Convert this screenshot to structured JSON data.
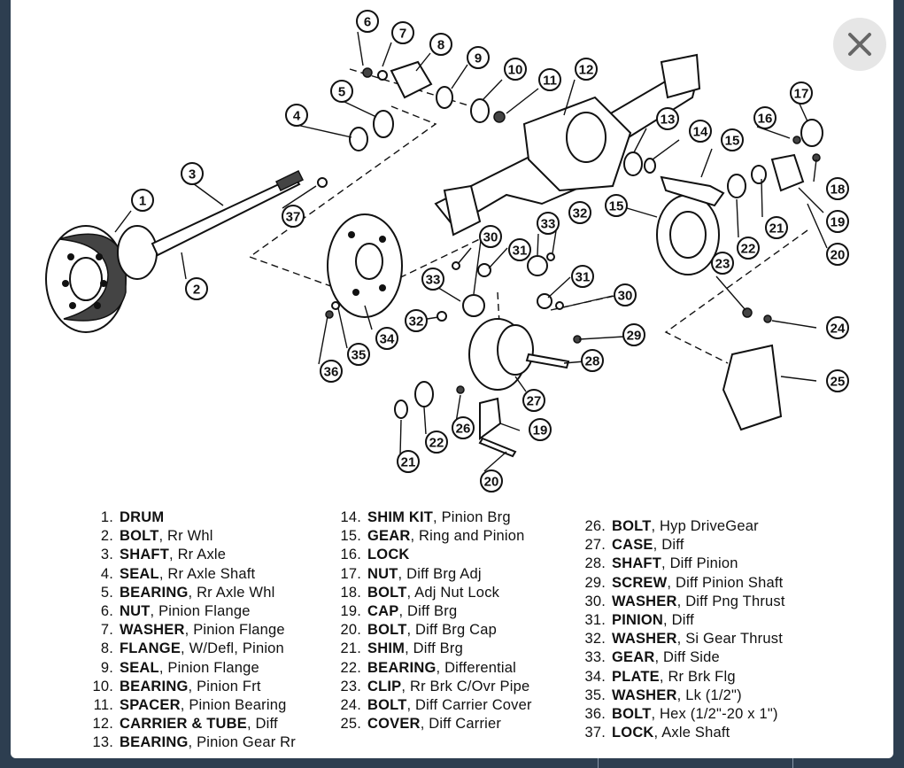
{
  "legend": {
    "col1": [
      {
        "num": "1.",
        "name": "DRUM",
        "desc": ""
      },
      {
        "num": "2.",
        "name": "BOLT",
        "desc": ", Rr Whl"
      },
      {
        "num": "3.",
        "name": "SHAFT",
        "desc": ", Rr Axle"
      },
      {
        "num": "4.",
        "name": "SEAL",
        "desc": ", Rr Axle Shaft"
      },
      {
        "num": "5.",
        "name": "BEARING",
        "desc": ", Rr Axle Whl"
      },
      {
        "num": "6.",
        "name": "NUT",
        "desc": ", Pinion Flange"
      },
      {
        "num": "7.",
        "name": "WASHER",
        "desc": ", Pinion Flange"
      },
      {
        "num": "8.",
        "name": "FLANGE",
        "desc": ", W/Defl, Pinion"
      },
      {
        "num": "9.",
        "name": "SEAL",
        "desc": ", Pinion Flange"
      },
      {
        "num": "10.",
        "name": "BEARING",
        "desc": ", Pinion Frt"
      },
      {
        "num": "11.",
        "name": "SPACER",
        "desc": ", Pinion Bearing"
      },
      {
        "num": "12.",
        "name": "CARRIER & TUBE",
        "desc": ", Diff"
      },
      {
        "num": "13.",
        "name": "BEARING",
        "desc": ", Pinion Gear Rr"
      }
    ],
    "col2": [
      {
        "num": "14.",
        "name": "SHIM KIT",
        "desc": ", Pinion Brg"
      },
      {
        "num": "15.",
        "name": "GEAR",
        "desc": ", Ring and Pinion"
      },
      {
        "num": "16.",
        "name": "LOCK",
        "desc": ""
      },
      {
        "num": "17.",
        "name": "NUT",
        "desc": ", Diff Brg Adj"
      },
      {
        "num": "18.",
        "name": "BOLT",
        "desc": ", Adj Nut Lock"
      },
      {
        "num": "19.",
        "name": "CAP",
        "desc": ", Diff Brg"
      },
      {
        "num": "20.",
        "name": "BOLT",
        "desc": ", Diff Brg Cap"
      },
      {
        "num": "21.",
        "name": "SHIM",
        "desc": ", Diff Brg"
      },
      {
        "num": "22.",
        "name": "BEARING",
        "desc": ", Differential"
      },
      {
        "num": "23.",
        "name": "CLIP",
        "desc": ", Rr Brk C/Ovr Pipe"
      },
      {
        "num": "24.",
        "name": "BOLT",
        "desc": ", Diff Carrier Cover"
      },
      {
        "num": "25.",
        "name": "COVER",
        "desc": ", Diff Carrier"
      }
    ],
    "col3": [
      {
        "num": "26.",
        "name": "BOLT",
        "desc": ", Hyp DriveGear"
      },
      {
        "num": "27.",
        "name": "CASE",
        "desc": ", Diff"
      },
      {
        "num": "28.",
        "name": "SHAFT",
        "desc": ", Diff Pinion"
      },
      {
        "num": "29.",
        "name": "SCREW",
        "desc": ", Diff Pinion Shaft"
      },
      {
        "num": "30.",
        "name": "WASHER",
        "desc": ", Diff Png Thrust"
      },
      {
        "num": "31.",
        "name": "PINION",
        "desc": ", Diff"
      },
      {
        "num": "32.",
        "name": "WASHER",
        "desc": ", Si Gear Thrust"
      },
      {
        "num": "33.",
        "name": "GEAR",
        "desc": ", Diff Side"
      },
      {
        "num": "34.",
        "name": "PLATE",
        "desc": ", Rr Brk Flg"
      },
      {
        "num": "35.",
        "name": "WASHER",
        "desc": ", Lk (1/2\")"
      },
      {
        "num": "36.",
        "name": "BOLT",
        "desc": ", Hex (1/2\"-20 x 1\")"
      },
      {
        "num": "37.",
        "name": "LOCK",
        "desc": ", Axle Shaft"
      }
    ]
  },
  "callouts": [
    {
      "label": "1"
    },
    {
      "label": "2"
    },
    {
      "label": "3"
    },
    {
      "label": "4"
    },
    {
      "label": "5"
    },
    {
      "label": "6"
    },
    {
      "label": "7"
    },
    {
      "label": "8"
    },
    {
      "label": "9"
    },
    {
      "label": "10"
    },
    {
      "label": "11"
    },
    {
      "label": "12"
    },
    {
      "label": "13"
    },
    {
      "label": "14"
    },
    {
      "label": "15"
    },
    {
      "label": "15"
    },
    {
      "label": "16"
    },
    {
      "label": "17"
    },
    {
      "label": "18"
    },
    {
      "label": "19"
    },
    {
      "label": "19"
    },
    {
      "label": "20"
    },
    {
      "label": "20"
    },
    {
      "label": "21"
    },
    {
      "label": "21"
    },
    {
      "label": "22"
    },
    {
      "label": "22"
    },
    {
      "label": "23"
    },
    {
      "label": "24"
    },
    {
      "label": "25"
    },
    {
      "label": "26"
    },
    {
      "label": "27"
    },
    {
      "label": "28"
    },
    {
      "label": "29"
    },
    {
      "label": "30"
    },
    {
      "label": "30"
    },
    {
      "label": "31"
    },
    {
      "label": "31"
    },
    {
      "label": "32"
    },
    {
      "label": "32"
    },
    {
      "label": "33"
    },
    {
      "label": "33"
    },
    {
      "label": "34"
    },
    {
      "label": "35"
    },
    {
      "label": "36"
    },
    {
      "label": "37"
    }
  ],
  "controls": {
    "close_icon": "close-icon"
  }
}
